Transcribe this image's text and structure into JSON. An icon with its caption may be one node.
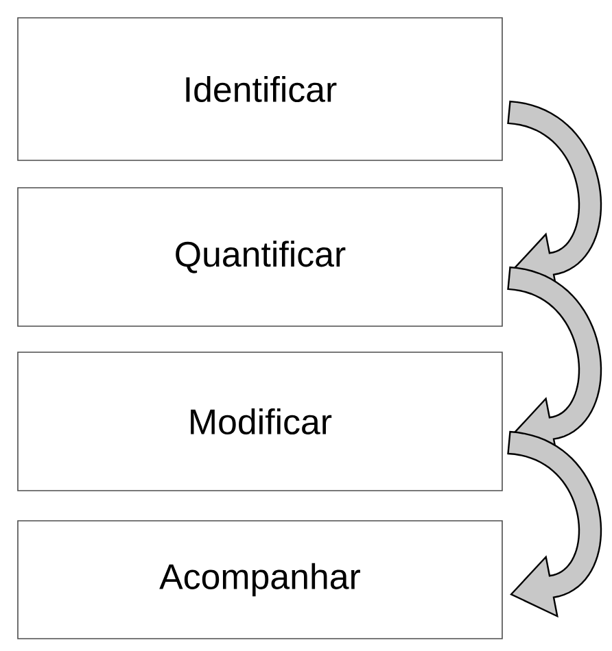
{
  "diagram": {
    "nodes": [
      {
        "text": [
          "Identificar"
        ]
      },
      {
        "text": [
          "Quantificar"
        ]
      },
      {
        "text": [
          "Modificar"
        ]
      },
      {
        "text": [
          "Acompanhar"
        ]
      }
    ],
    "edges": [
      {
        "from": 0,
        "to": 1,
        "arrow": "to"
      },
      {
        "from": 1,
        "to": 2,
        "arrow": "to"
      },
      {
        "from": 2,
        "to": 3,
        "arrow": "to"
      }
    ]
  }
}
